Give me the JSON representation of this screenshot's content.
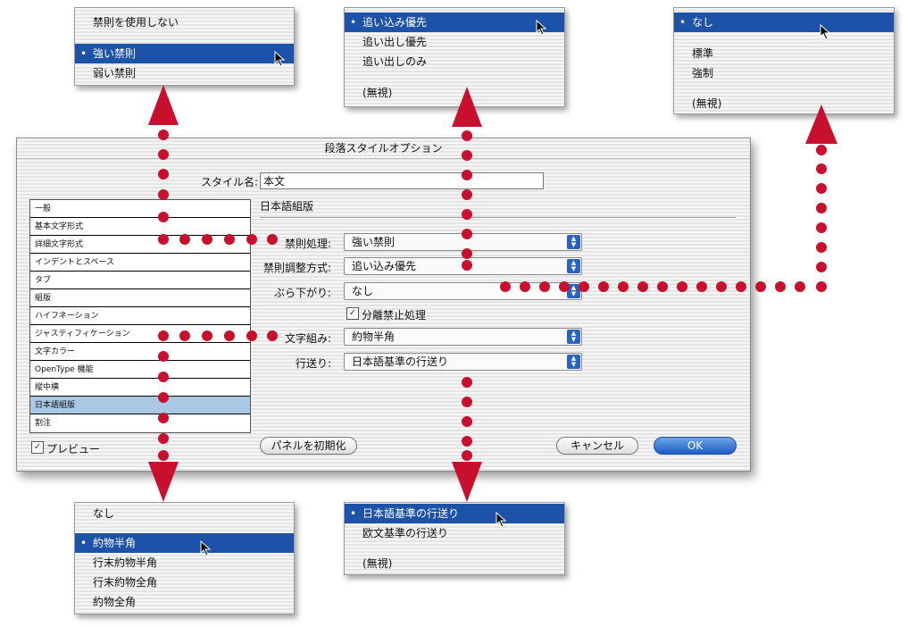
{
  "dialog": {
    "title": "段落スタイルオプション",
    "style_name_label": "スタイル名:",
    "style_name_value": "本文",
    "section_title": "日本語組版",
    "categories": [
      "一般",
      "基本文字形式",
      "詳細文字形式",
      "インデントとスペース",
      "タブ",
      "組版",
      "ハイフネーション",
      "ジャスティフィケーション",
      "文字カラー",
      "OpenType 機能",
      "縦中横",
      "日本語組版",
      "割注"
    ],
    "selected_category": "日本語組版",
    "fields": {
      "kinsoku_label": "禁則処理:",
      "kinsoku_value": "強い禁則",
      "kinsoku_type_label": "禁則調整方式:",
      "kinsoku_type_value": "追い込み優先",
      "burasage_label": "ぶら下がり:",
      "burasage_value": "なし",
      "bunri_label": "分離禁止処理",
      "mojikumi_label": "文字組み:",
      "mojikumi_value": "約物半角",
      "leading_label": "行送り:",
      "leading_value": "日本語基準の行送り"
    },
    "preview_label": "プレビュー",
    "reset_button": "パネルを初期化",
    "cancel_button": "キャンセル",
    "ok_button": "OK"
  },
  "menus": {
    "kinsoku": {
      "items": [
        "禁則を使用しない",
        "強い禁則",
        "弱い禁則"
      ],
      "selected": "強い禁則"
    },
    "kinsoku_type": {
      "items": [
        "追い込み優先",
        "追い出し優先",
        "追い出しのみ",
        "(無視)"
      ],
      "selected": "追い込み優先"
    },
    "burasage": {
      "items": [
        "なし",
        "標準",
        "強制",
        "(無視)"
      ],
      "selected": "なし"
    },
    "mojikumi": {
      "items": [
        "なし",
        "約物半角",
        "行末約物半角",
        "行末約物全角",
        "約物全角"
      ],
      "selected": "約物半角"
    },
    "leading": {
      "items": [
        "日本語基準の行送り",
        "欧文基準の行送り",
        "(無視)"
      ],
      "selected": "日本語基準の行送り"
    }
  },
  "colors": {
    "selection": "#1c52a8",
    "arrow": "#c8102e",
    "list_selection": "#a9c8e4",
    "ok_button": "#1d5cc4"
  }
}
